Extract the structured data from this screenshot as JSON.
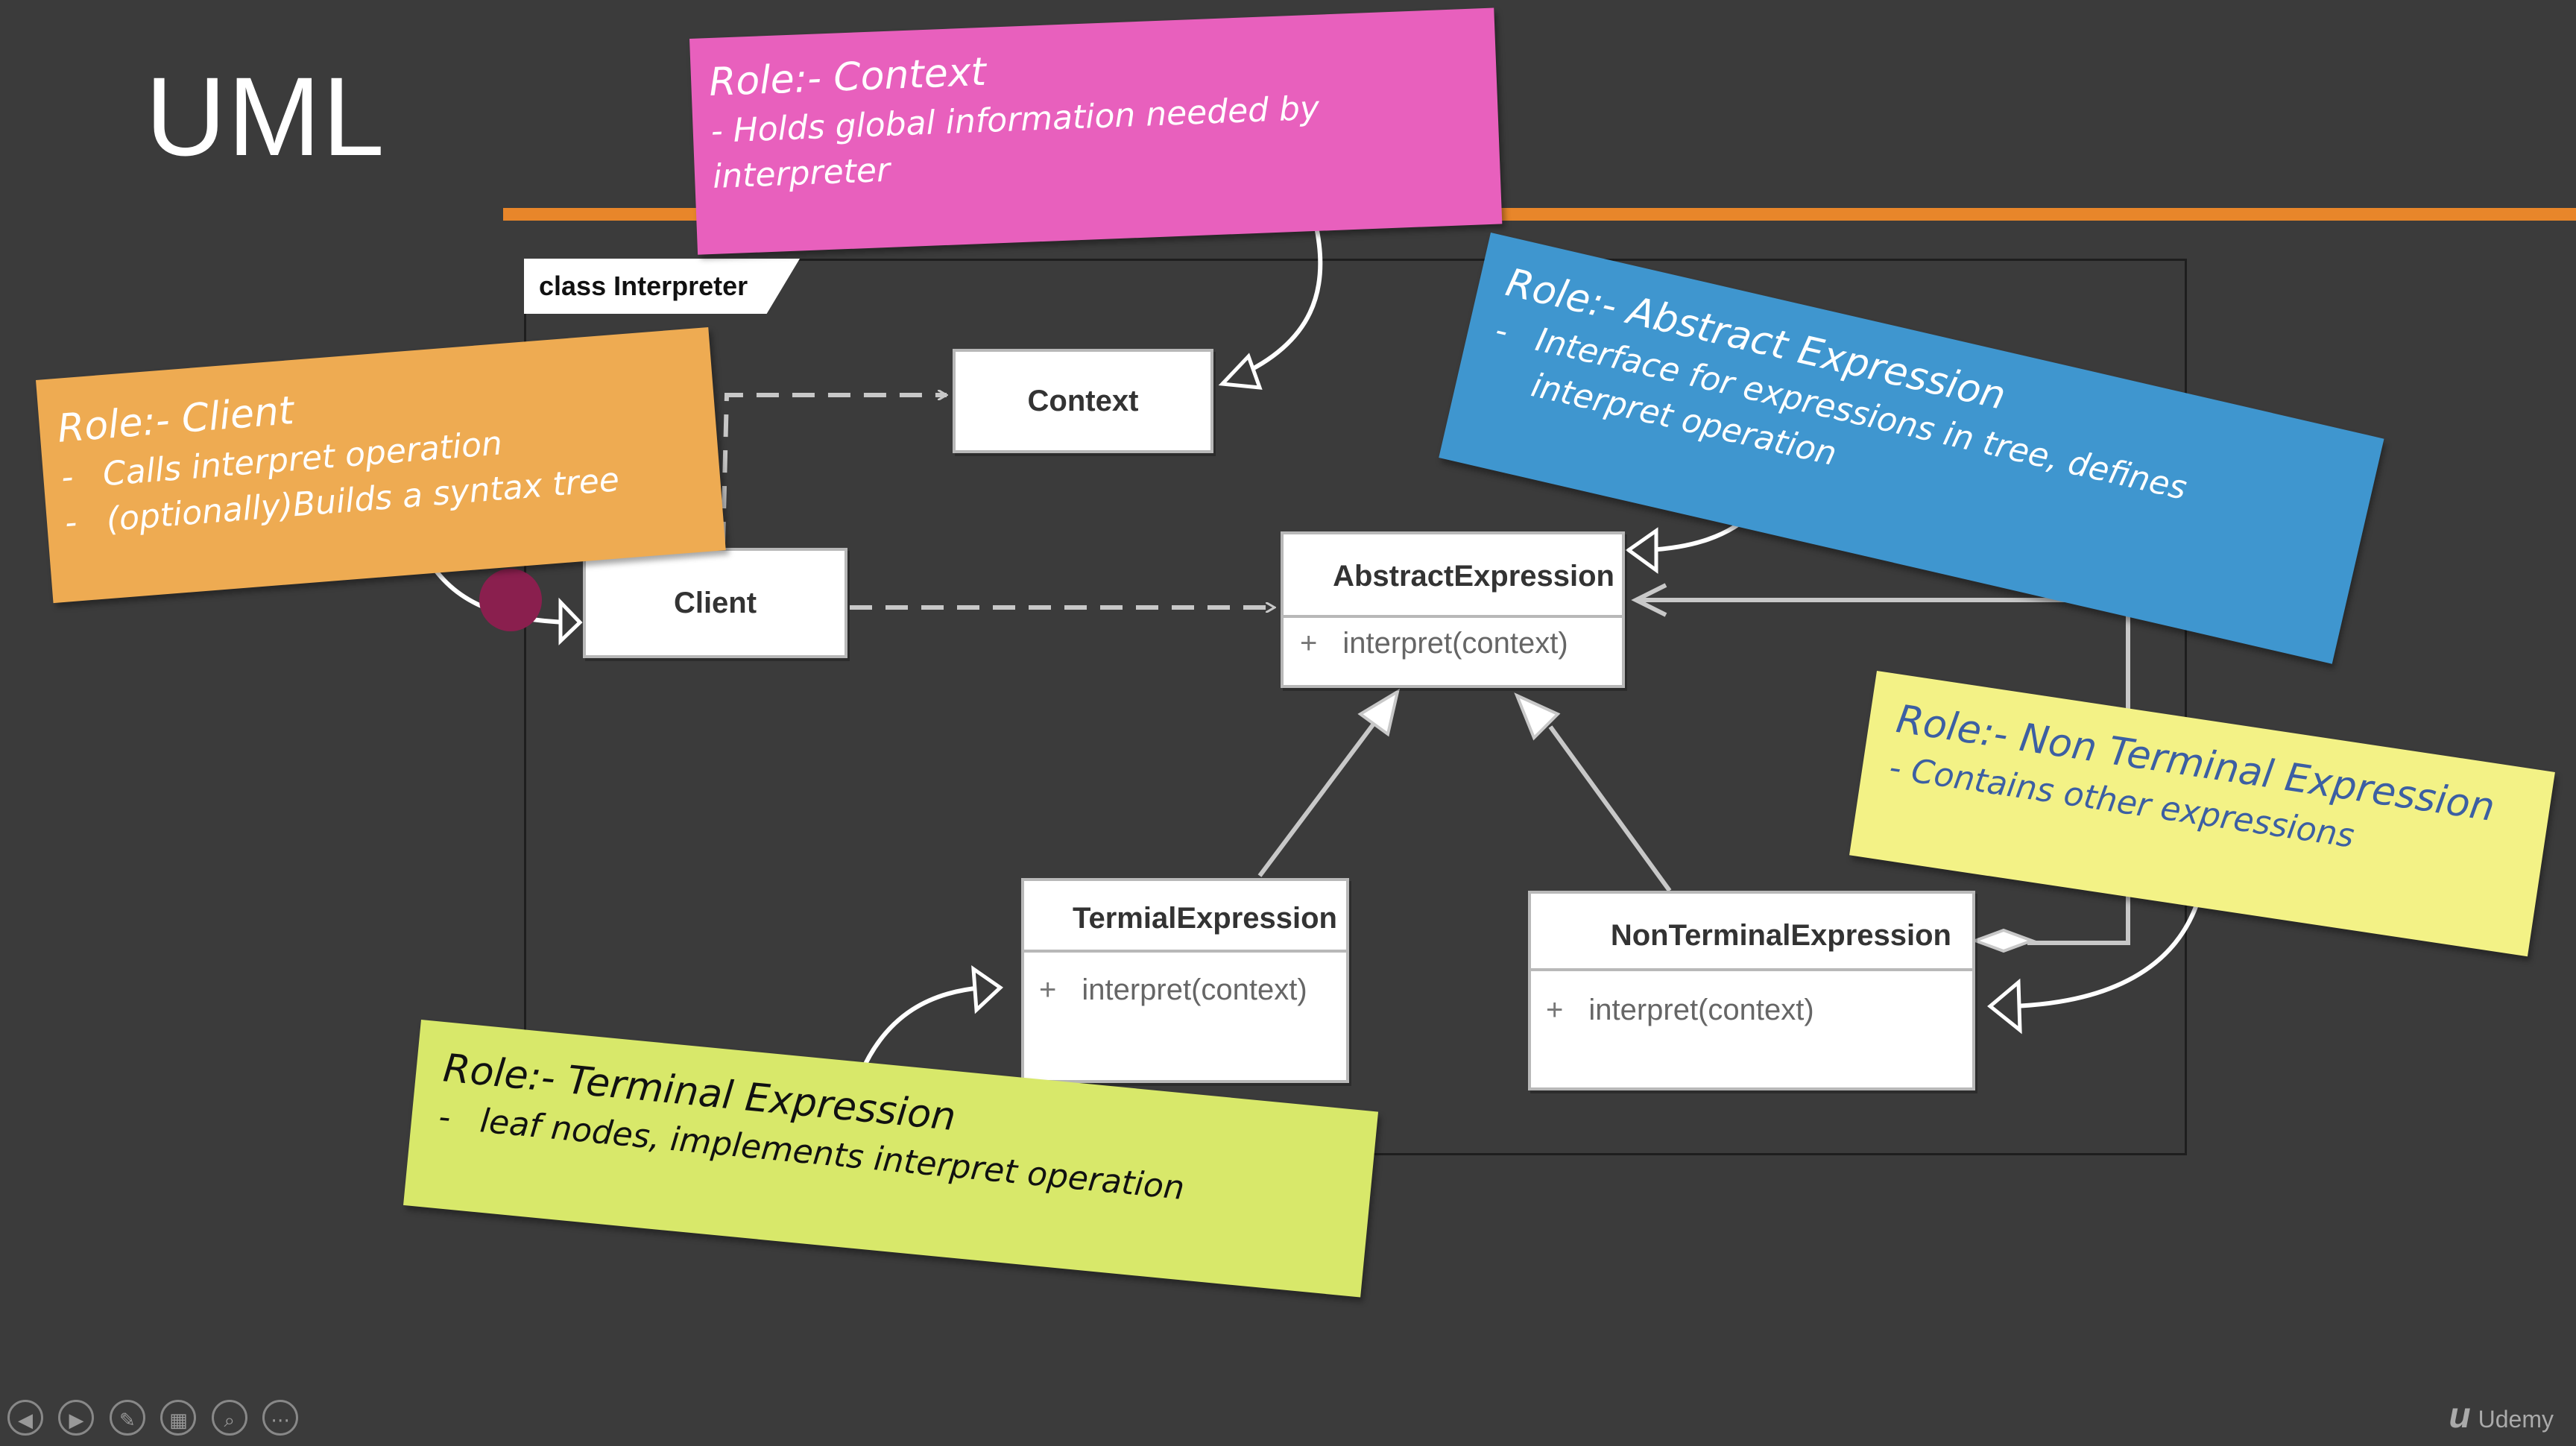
{
  "slide": {
    "title": "UML"
  },
  "frame": {
    "label": "class Interpreter"
  },
  "classes": {
    "context": {
      "name": "Context"
    },
    "client": {
      "name": "Client"
    },
    "abstract": {
      "name": "AbstractExpression",
      "op_prefix": "+",
      "op": "interpret(context)"
    },
    "terminal": {
      "name": "TermialExpression",
      "op_prefix": "+",
      "op": "interpret(context)"
    },
    "nonterminal": {
      "name": "NonTerminalExpression",
      "op_prefix": "+",
      "op": "interpret(context)"
    }
  },
  "notes": {
    "context": {
      "role": "Role:- Context",
      "lines": [
        "- Holds global information needed by",
        "interpreter"
      ],
      "color": "#e860bd",
      "text_color": "#ffffff"
    },
    "client": {
      "role": "Role:- Client",
      "lines": [
        "Calls interpret operation",
        "(optionally)Builds a syntax tree"
      ],
      "dash": "-",
      "color": "#eeab52",
      "text_color": "#ffffff"
    },
    "abstract": {
      "role": "Role:- Abstract Expression",
      "lines": [
        "Interface for expressions in tree, defines",
        "interpret operation"
      ],
      "dash": "-",
      "color": "#3f96cf",
      "text_color": "#ffffff"
    },
    "nonterminal": {
      "role": "Role:- Non Terminal Expression",
      "lines": [
        "- Contains other expressions"
      ],
      "color": "#f3f286",
      "text_color": "#3c5fa3"
    },
    "terminal": {
      "role": "Role:- Terminal Expression",
      "lines": [
        "leaf nodes, implements interpret operation"
      ],
      "dash": "-",
      "color": "#d8e86a",
      "text_color": "#111111"
    }
  },
  "toolbar": {
    "icons": [
      "previous-icon",
      "next-icon",
      "pen-icon",
      "slides-icon",
      "zoom-icon",
      "more-icon"
    ],
    "glyphs": [
      "◀",
      "▶",
      "✎",
      "▦",
      "⌕",
      "⋯"
    ]
  },
  "branding": {
    "logo": "Udemy",
    "mark": "u"
  },
  "colors": {
    "background": "#3b3b3b",
    "accent": "#e8862a",
    "connector": "#c8c8c8"
  }
}
